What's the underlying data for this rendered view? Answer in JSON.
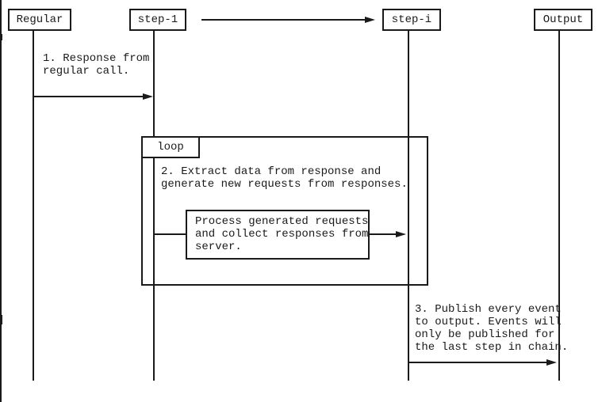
{
  "diagram": {
    "type": "sequence-diagram",
    "background_color": "#ffffff",
    "line_color": "#1a1a1a",
    "participants": [
      {
        "id": "regular",
        "label": "Regular"
      },
      {
        "id": "step-1",
        "label": "step-1"
      },
      {
        "id": "step-i",
        "label": "step-i"
      },
      {
        "id": "output",
        "label": "Output"
      }
    ],
    "fragment": {
      "label": "loop"
    },
    "notes": {
      "message1": "1. Response from\nregular call.",
      "message2": "2. Extract data from response and\ngenerate new requests from responses.",
      "process": "Process generated requests\nand collect responses from\nserver.",
      "message3": "3. Publish every event\nto output. Events will\nonly be published for\nthe last step in chain."
    },
    "arrows": [
      {
        "from": "step-1",
        "to": "step-i",
        "style": "arrow"
      },
      {
        "from": "Regular",
        "to": "step-1",
        "style": "arrow"
      },
      {
        "from": "step-1",
        "to": "process-box",
        "style": "line"
      },
      {
        "from": "process-box",
        "to": "step-i",
        "style": "arrow"
      },
      {
        "from": "step-i",
        "to": "Output",
        "style": "arrow"
      }
    ]
  }
}
